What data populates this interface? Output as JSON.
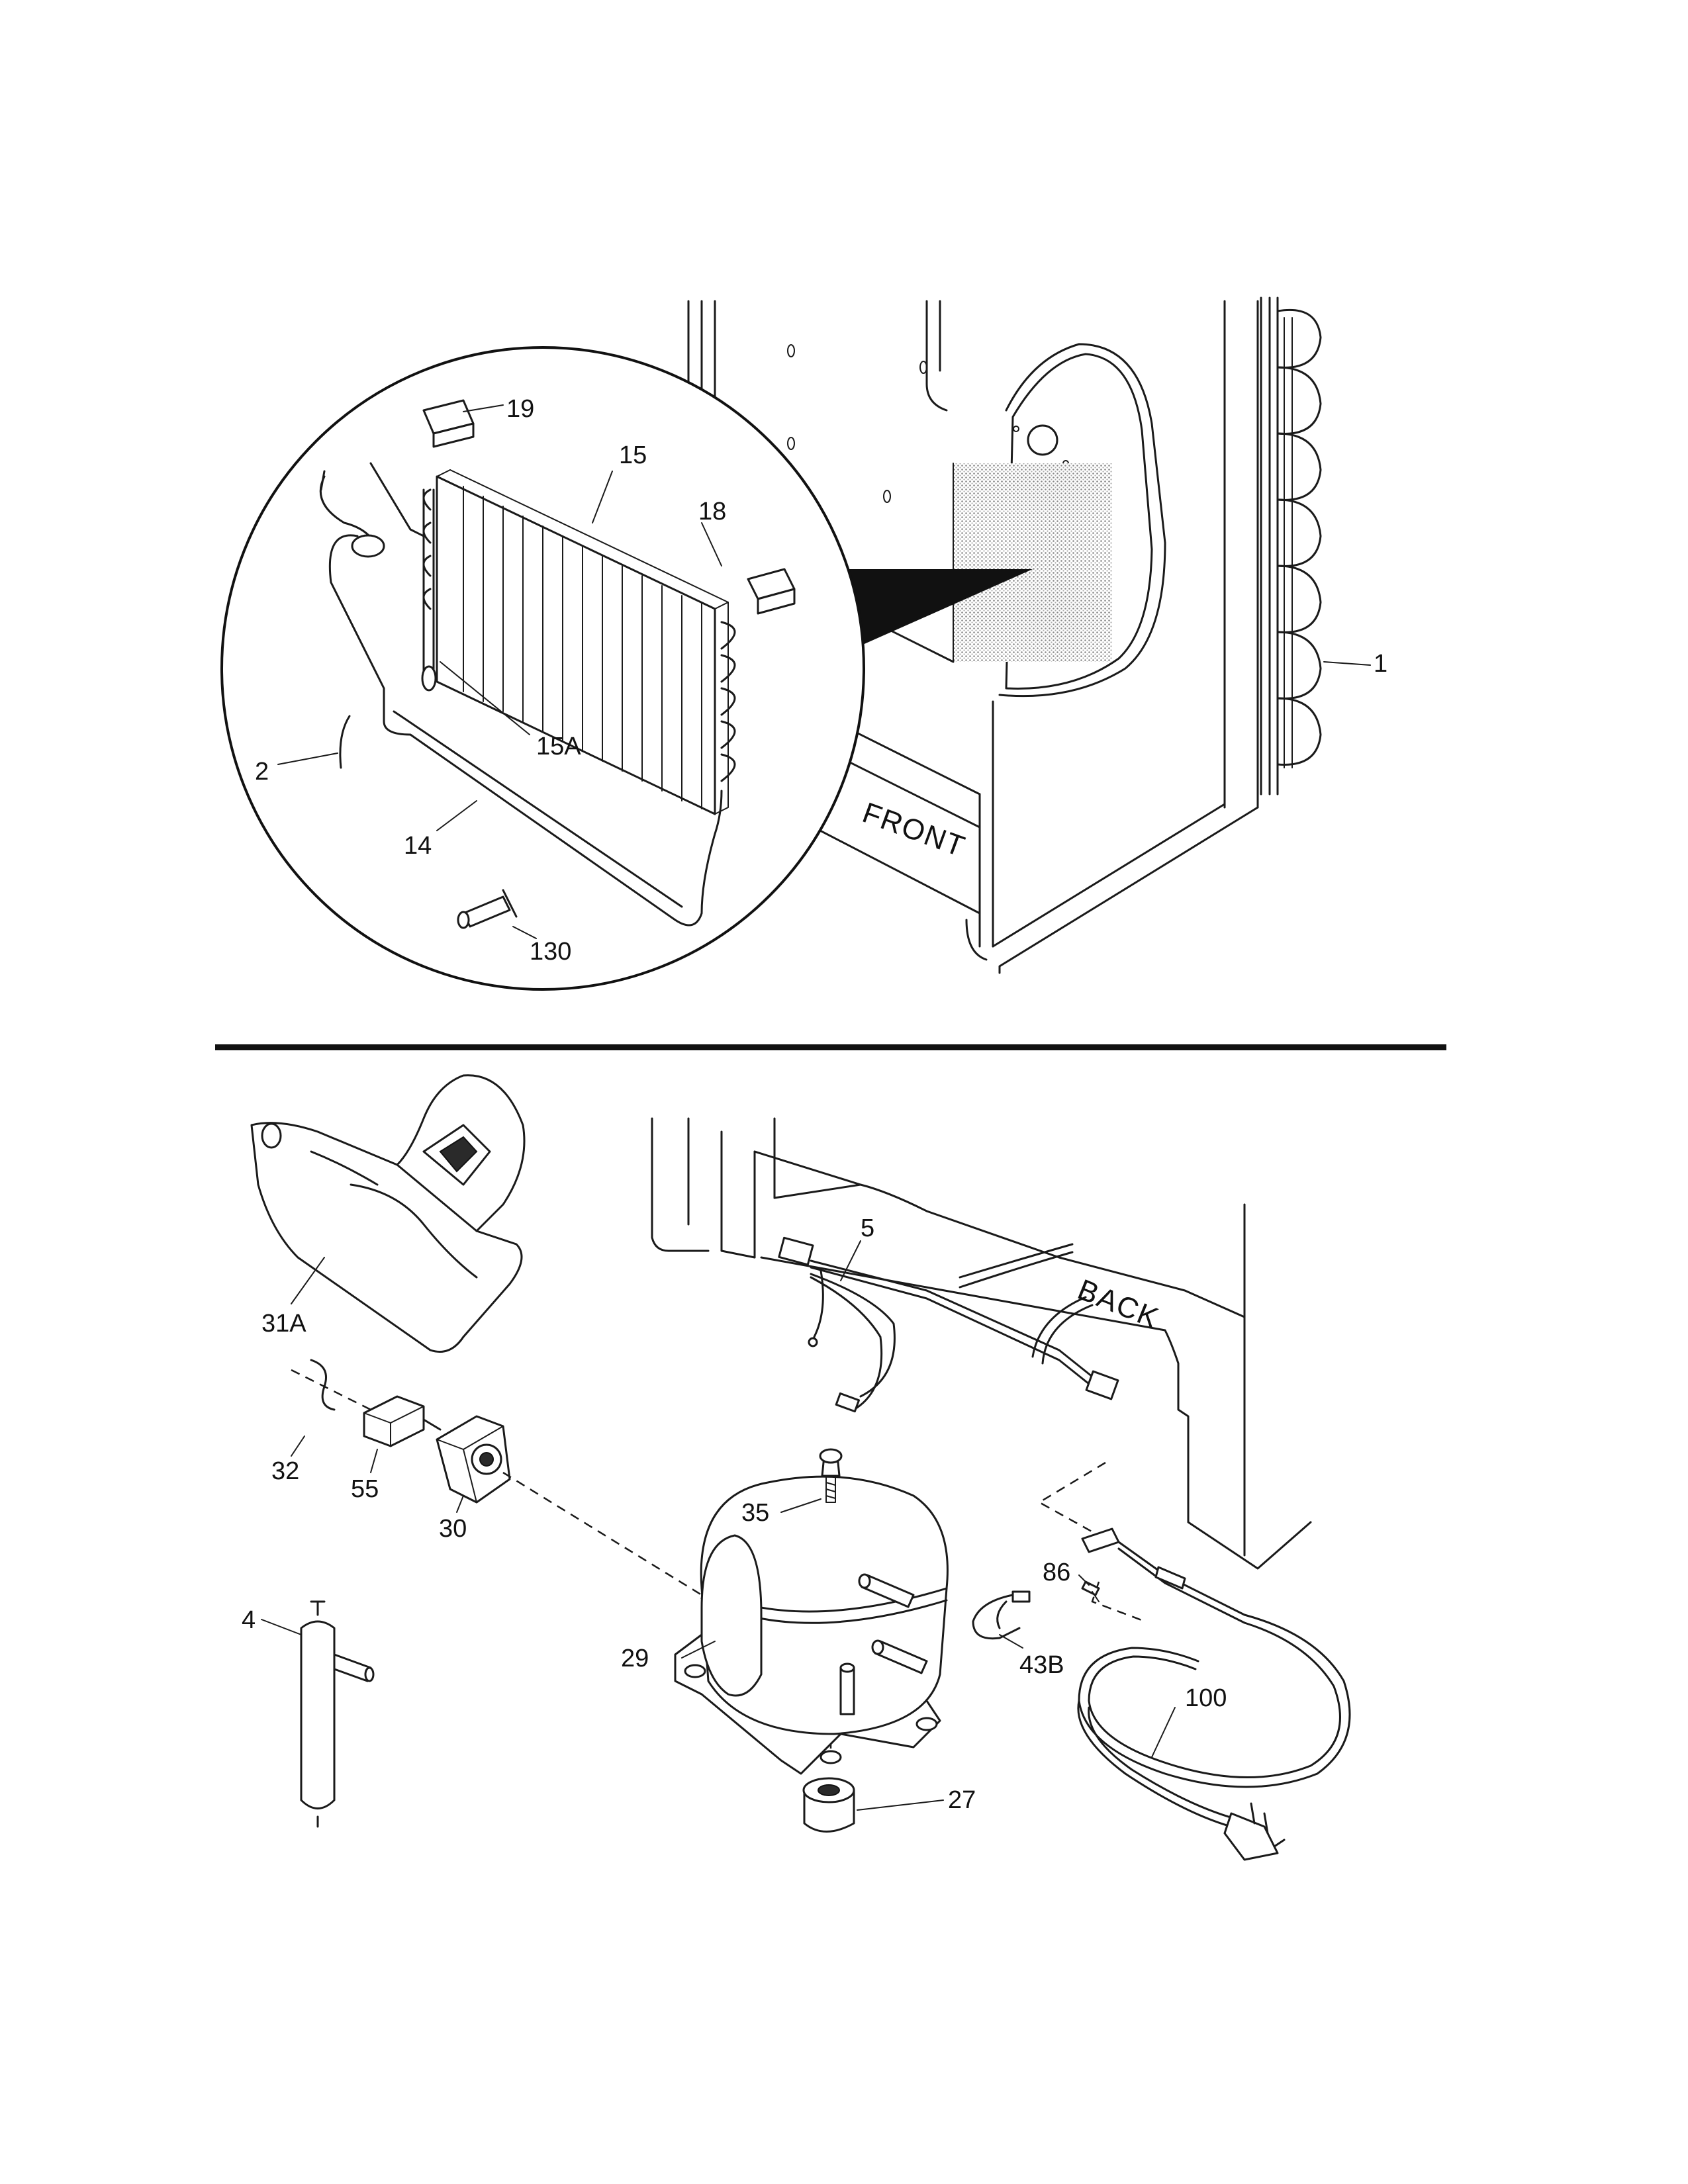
{
  "callouts": {
    "c1": "1",
    "c2": "2",
    "c14": "14",
    "c15": "15",
    "c15A": "15A",
    "c18": "18",
    "c19": "19",
    "c130": "130",
    "c5": "5",
    "c31A": "31A",
    "c32": "32",
    "c55": "55",
    "c30": "30",
    "c35": "35",
    "c86": "86",
    "c43B": "43B",
    "c4": "4",
    "c29": "29",
    "c100": "100",
    "c27": "27"
  },
  "orientation": {
    "front": "FRONT",
    "back": "BACK"
  },
  "colors": {
    "ink": "#1a1a1a",
    "paper": "#ffffff",
    "shading": "#9a9a9a"
  }
}
